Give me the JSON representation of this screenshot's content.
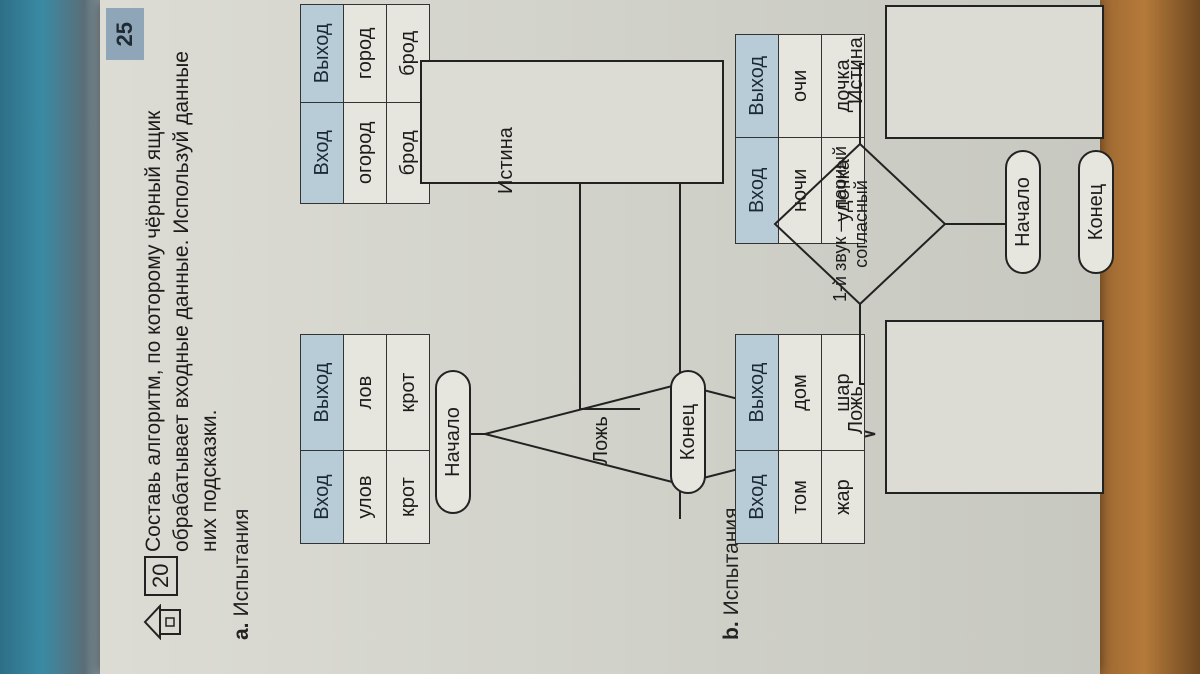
{
  "page_number": "25",
  "task": {
    "number": "20",
    "text": "Составь алгоритм, по которому чёрный ящик обрабатывает входные данные. Используй данные них подсказки."
  },
  "section_a": {
    "letter": "а.",
    "label": "Испытания",
    "table1": {
      "headers": [
        "Вход",
        "Выход"
      ],
      "rows": [
        [
          "улов",
          "лов"
        ],
        [
          "крот",
          "крот"
        ]
      ]
    },
    "table2": {
      "headers": [
        "Вход",
        "Выход"
      ],
      "rows": [
        [
          "огород",
          "город"
        ],
        [
          "брод",
          "брод"
        ]
      ]
    },
    "flowchart": {
      "start": "Начало",
      "end": "Конец",
      "true_label": "Истина",
      "false_label": "Ложь"
    }
  },
  "section_b": {
    "letter": "b.",
    "label": "Испытания",
    "table1": {
      "headers": [
        "Вход",
        "Выход"
      ],
      "rows": [
        [
          "том",
          "дом"
        ],
        [
          "жар",
          "шар"
        ]
      ]
    },
    "table2": {
      "headers": [
        "Вход",
        "Выход"
      ],
      "rows": [
        [
          "ночи",
          "очи"
        ],
        [
          "удочка",
          "дочка"
        ]
      ]
    },
    "flowchart": {
      "start": "Начало",
      "end": "Конец",
      "condition": "1-й звук — парный согласный",
      "true_label": "Истина",
      "false_label": "Ложь"
    }
  },
  "colors": {
    "table_header": "#b8ccd8",
    "page": "#d8d8d0",
    "page_number_bg": "#8fa6b8"
  }
}
